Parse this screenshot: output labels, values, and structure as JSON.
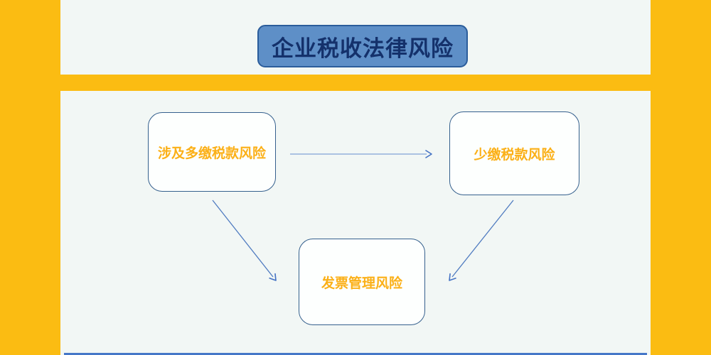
{
  "title": "企业税收法律风险",
  "diagram": {
    "nodes": [
      {
        "id": "overpay-tax-risk",
        "label": "涉及多缴税款风险"
      },
      {
        "id": "underpay-tax-risk",
        "label": "少缴税款风险"
      },
      {
        "id": "invoice-mgmt-risk",
        "label": "发票管理风险"
      }
    ],
    "edges": [
      {
        "from": "涉及多缴税款风险",
        "to": "少缴税款风险"
      },
      {
        "from": "涉及多缴税款风险",
        "to": "发票管理风险"
      },
      {
        "from": "少缴税款风险",
        "to": "发票管理风险"
      }
    ]
  },
  "colors": {
    "frame_orange": "#FBBC12",
    "panel_bg": "#F2F7F5",
    "title_box_fill": "#5E8FC7",
    "title_box_border": "#2B5D9B",
    "title_text": "#14316B",
    "node_border": "#35608D",
    "node_fill": "#FDFFFE",
    "node_text": "#FBB017",
    "arrow_line": "#4F7BC0",
    "arrow_line_light": "#93B1DC",
    "arrow_head": "#4472C4",
    "bottom_line": "#4577C8"
  }
}
